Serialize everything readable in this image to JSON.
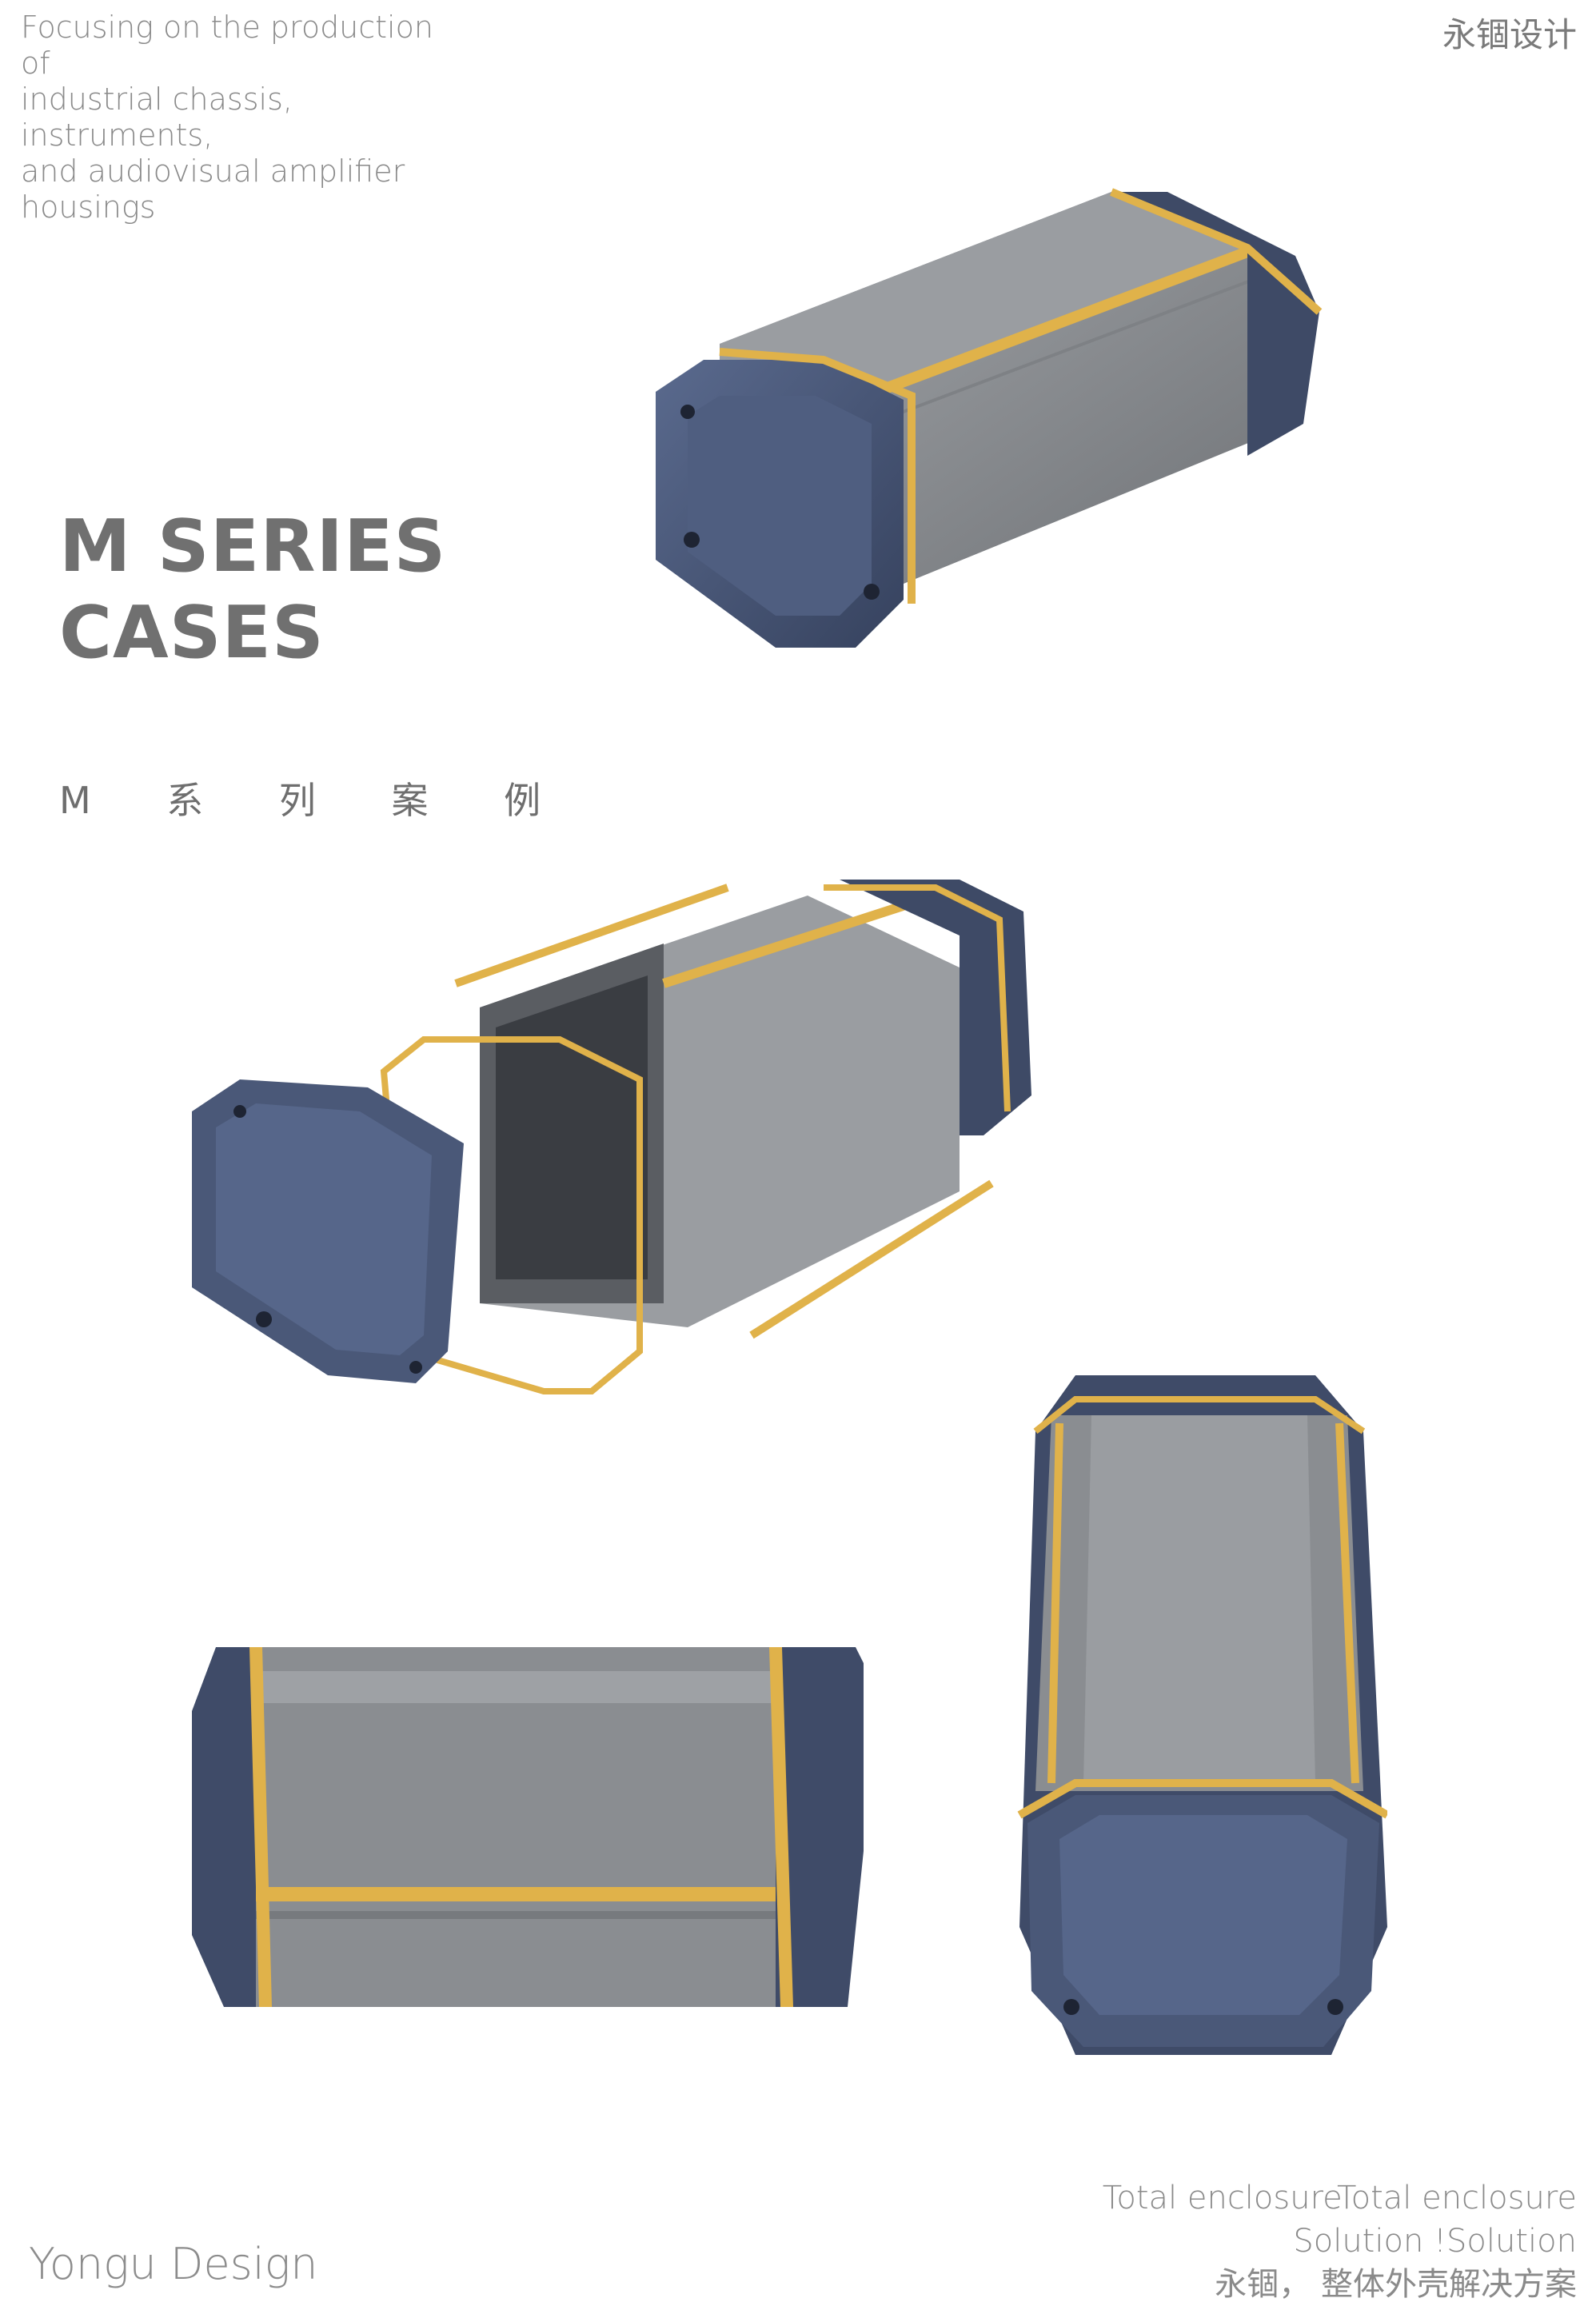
{
  "header": {
    "tagline_lines": [
      "Focusing on the production of",
      "industrial chassis, instruments,",
      "and audiovisual amplifier",
      "housings"
    ],
    "brand_cn": "永锢设计"
  },
  "hero": {
    "title_lines": [
      "M SERIES",
      "CASES"
    ],
    "subtitle_cn": "M 系 列 案 例"
  },
  "footer": {
    "brand": "Yongu Design",
    "slogan_lines": [
      "Total enclosureTotal enclosure",
      "Solution !Solution",
      "永锢， 整体外壳解决方案"
    ]
  },
  "colors": {
    "background": "#ffffff",
    "case_body": "#8a8d91",
    "end_cap": "#4a5878",
    "accent_trim": "#e0b24a",
    "text": "#6b6b6b"
  }
}
